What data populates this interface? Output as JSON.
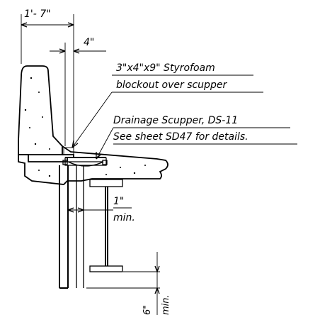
{
  "dimensions": {
    "barrier_width": "1'- 7\"",
    "offset": "4\"",
    "clearance": "1\"",
    "clearance_unit": "min.",
    "bottom_dim": "6\"",
    "bottom_dim_unit": "min."
  },
  "notes": {
    "styrofoam_line1": "3\"x4\"x9\" Styrofoam",
    "styrofoam_line2": "blockout over scupper",
    "scupper_line1": "Drainage Scupper, DS-11",
    "scupper_line2": "See sheet SD47 for details."
  }
}
